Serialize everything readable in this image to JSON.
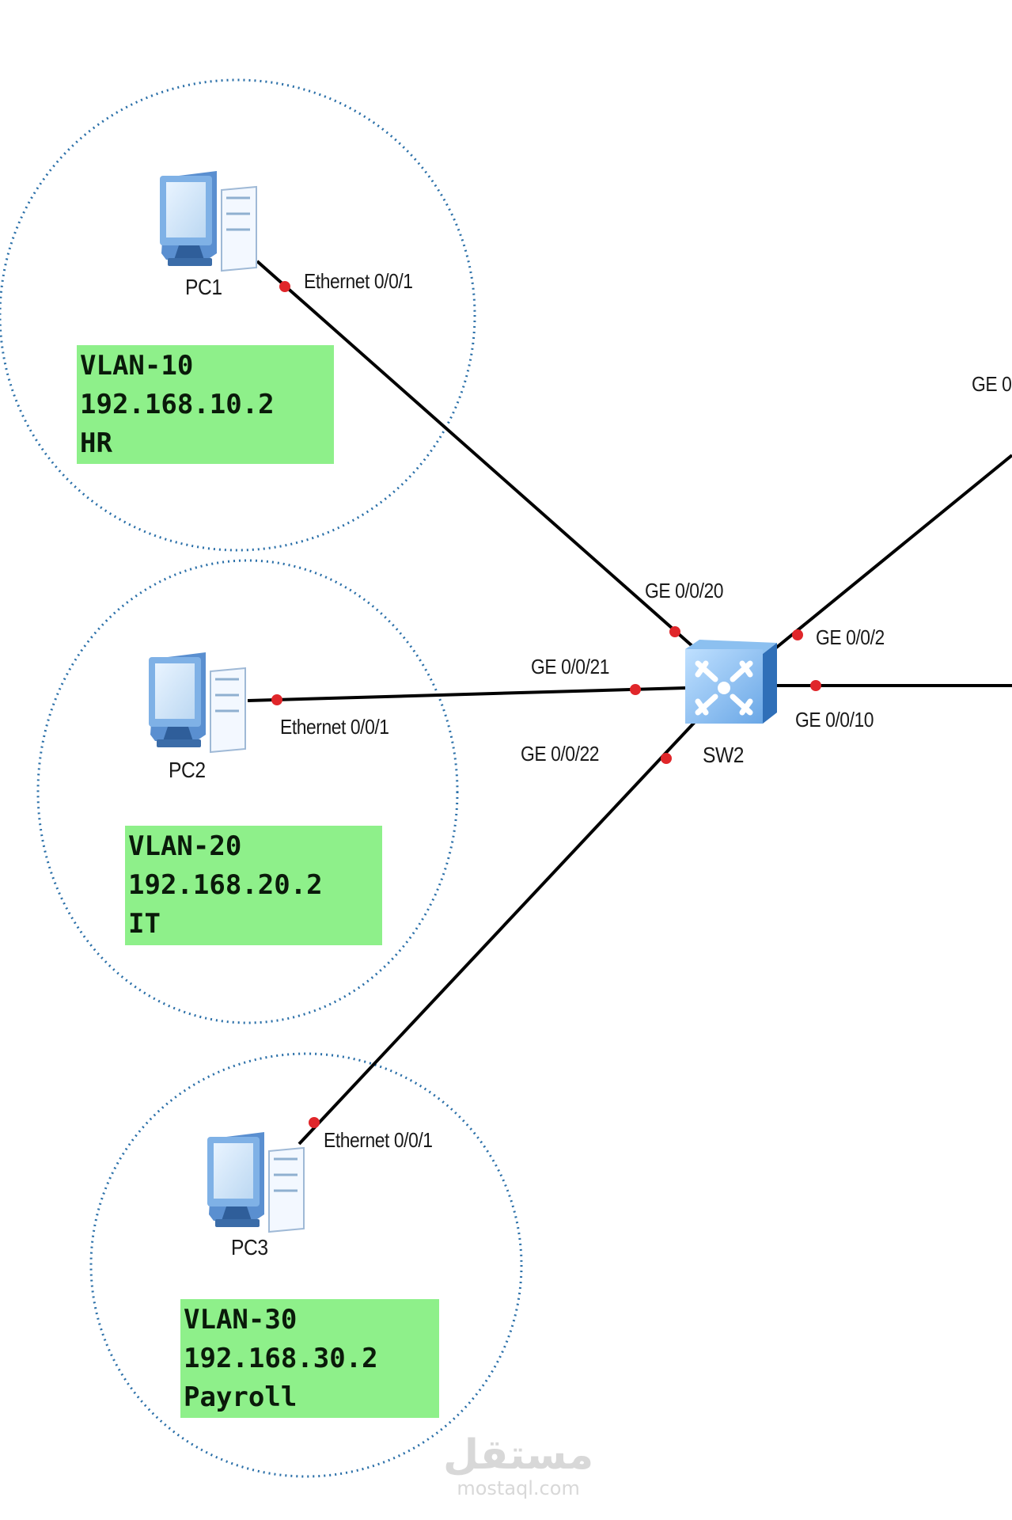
{
  "diagram": {
    "switch": {
      "name": "SW2",
      "icon": "layer3-switch-icon"
    },
    "pcs": [
      {
        "name": "PC1",
        "icon": "pc-icon",
        "port": "Ethernet 0/0/1",
        "switch_port": "GE 0/0/20",
        "vlan": "VLAN-10",
        "ip": "192.168.10.2",
        "dept": "HR"
      },
      {
        "name": "PC2",
        "icon": "pc-icon",
        "port": "Ethernet 0/0/1",
        "switch_port": "GE 0/0/21",
        "vlan": "VLAN-20",
        "ip": "192.168.20.2",
        "dept": "IT"
      },
      {
        "name": "PC3",
        "icon": "pc-icon",
        "port": "Ethernet 0/0/1",
        "switch_port": "GE 0/0/22",
        "vlan": "VLAN-30",
        "ip": "192.168.30.2",
        "dept": "Payroll"
      }
    ],
    "uplinks": [
      {
        "switch_port": "GE 0/0/2",
        "remote_label": "GE 0"
      },
      {
        "switch_port": "GE 0/0/10"
      }
    ],
    "colors": {
      "vlan_box": "#8ef08a",
      "link": "#000000",
      "port_dot": "#e0262a",
      "circle": "#2a6fa8"
    }
  },
  "watermark": {
    "arabic": "مستقل",
    "site": "mostaql.com"
  }
}
